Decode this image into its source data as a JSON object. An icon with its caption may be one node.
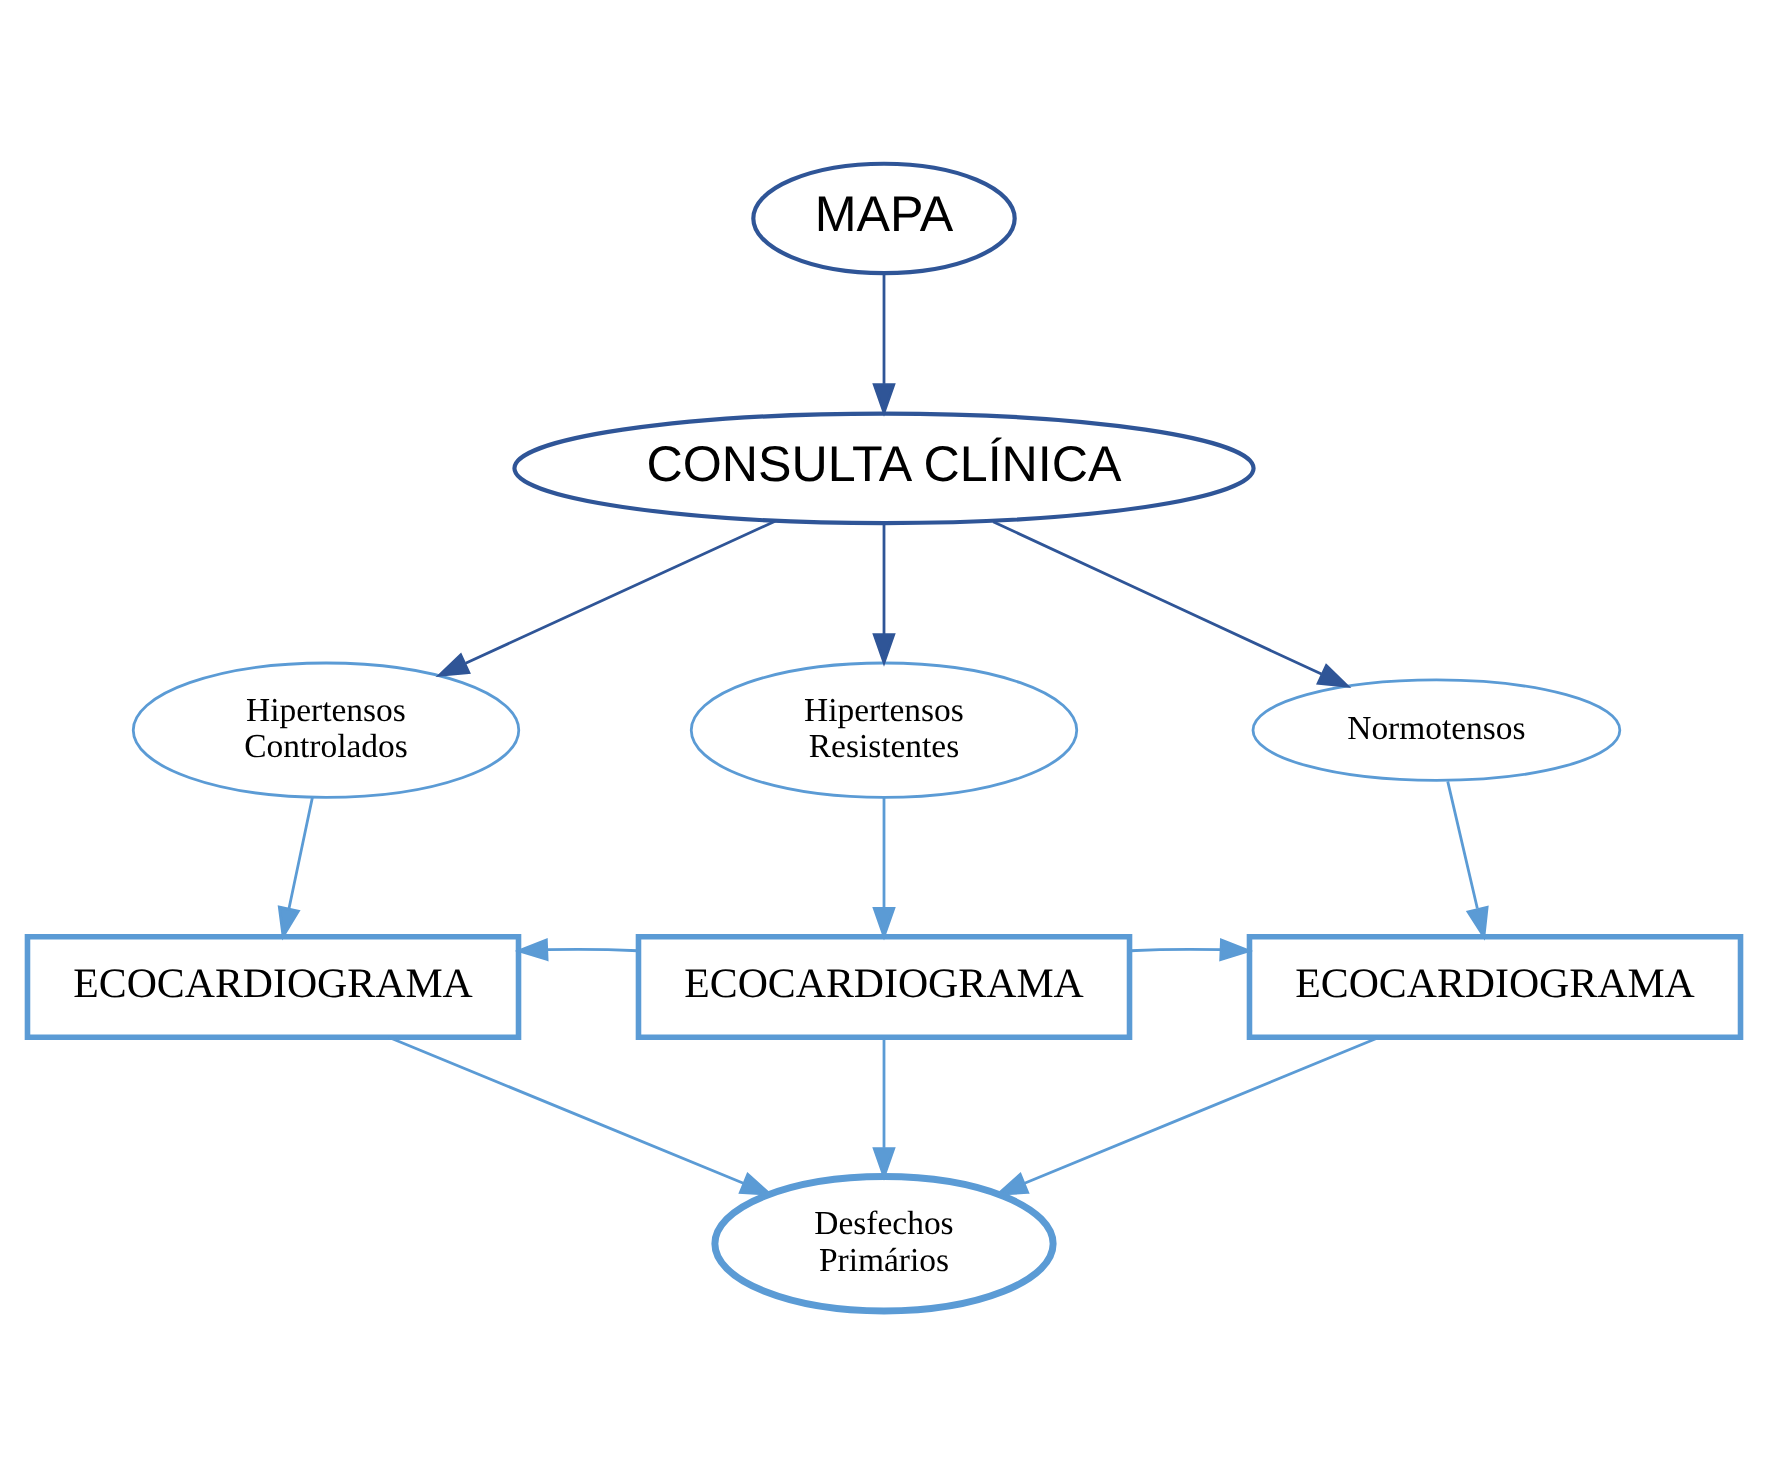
{
  "diagram": {
    "nodes": [
      {
        "text": [
          "MAPA"
        ]
      },
      {
        "text": [
          "CONSULTA CLÍNICA"
        ]
      },
      {
        "text": [
          "Hipertensos Controlados"
        ]
      },
      {
        "text": [
          "Hipertensos Resistentes"
        ]
      },
      {
        "text": [
          "Normotensos"
        ]
      },
      {
        "text": [
          "ECOCARDIOGRAMA"
        ]
      },
      {
        "text": [
          "ECOCARDIOGRAMA"
        ]
      },
      {
        "text": [
          "ECOCARDIOGRAMA"
        ]
      },
      {
        "text": [
          "Desfechos Primários"
        ]
      }
    ],
    "edges": [
      {
        "from": 0,
        "to": 1,
        "arrow": "to",
        "color": "#2f5597"
      },
      {
        "from": 1,
        "to": 2,
        "arrow": "to",
        "color": "#2f5597"
      },
      {
        "from": 1,
        "to": 3,
        "arrow": "to",
        "color": "#2f5597"
      },
      {
        "from": 1,
        "to": 4,
        "arrow": "to",
        "color": "#2f5597"
      },
      {
        "from": 2,
        "to": 5,
        "arrow": "to"
      },
      {
        "from": 3,
        "to": 6,
        "arrow": "to"
      },
      {
        "from": 4,
        "to": 7,
        "arrow": "to"
      },
      {
        "from": 6,
        "to": 5,
        "arrow": "to"
      },
      {
        "from": 6,
        "to": 7,
        "arrow": "to"
      },
      {
        "from": 5,
        "to": 8,
        "arrow": "to"
      },
      {
        "from": 6,
        "to": 8,
        "arrow": "to"
      },
      {
        "from": 7,
        "to": 8,
        "arrow": "to"
      }
    ]
  }
}
